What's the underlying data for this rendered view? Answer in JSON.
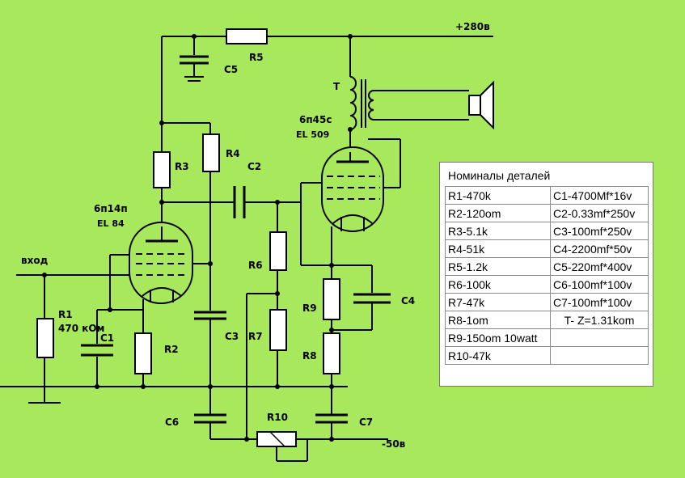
{
  "labels": {
    "supply_plus": "+280в",
    "supply_minus": "-50в",
    "input": "вход",
    "transformer": "T",
    "tube1_type": "6п14п",
    "tube1_alt": "EL 84",
    "tube2_type": "6п45с",
    "tube2_alt": "EL 509",
    "r1_value": "470 кОм",
    "R1": "R1",
    "R2": "R2",
    "R3": "R3",
    "R4": "R4",
    "R5": "R5",
    "R6": "R6",
    "R7": "R7",
    "R8": "R8",
    "R9": "R9",
    "R10": "R10",
    "C1": "C1",
    "C2": "C2",
    "C3": "C3",
    "C4": "C4",
    "C5": "C5",
    "C6": "C6",
    "C7": "C7"
  },
  "table": {
    "title": "Номиналы деталей",
    "rows": [
      [
        "R1-470k",
        "C1-4700Mf*16v"
      ],
      [
        "R2-120om",
        "C2-0.33mf*250v"
      ],
      [
        "R3-5.1k",
        "C3-100mf*250v"
      ],
      [
        "R4-51k",
        "C4-2200mf*50v"
      ],
      [
        "R5-1.2k",
        "C5-220mf*400v"
      ],
      [
        "R6-100k",
        "C6-100mf*100v"
      ],
      [
        "R7-47k",
        "C7-100mf*100v"
      ],
      [
        "R8-1om",
        "T- Z=1.31kom"
      ],
      [
        "R9-150om 10watt",
        ""
      ],
      [
        "R10-47k",
        ""
      ]
    ]
  }
}
